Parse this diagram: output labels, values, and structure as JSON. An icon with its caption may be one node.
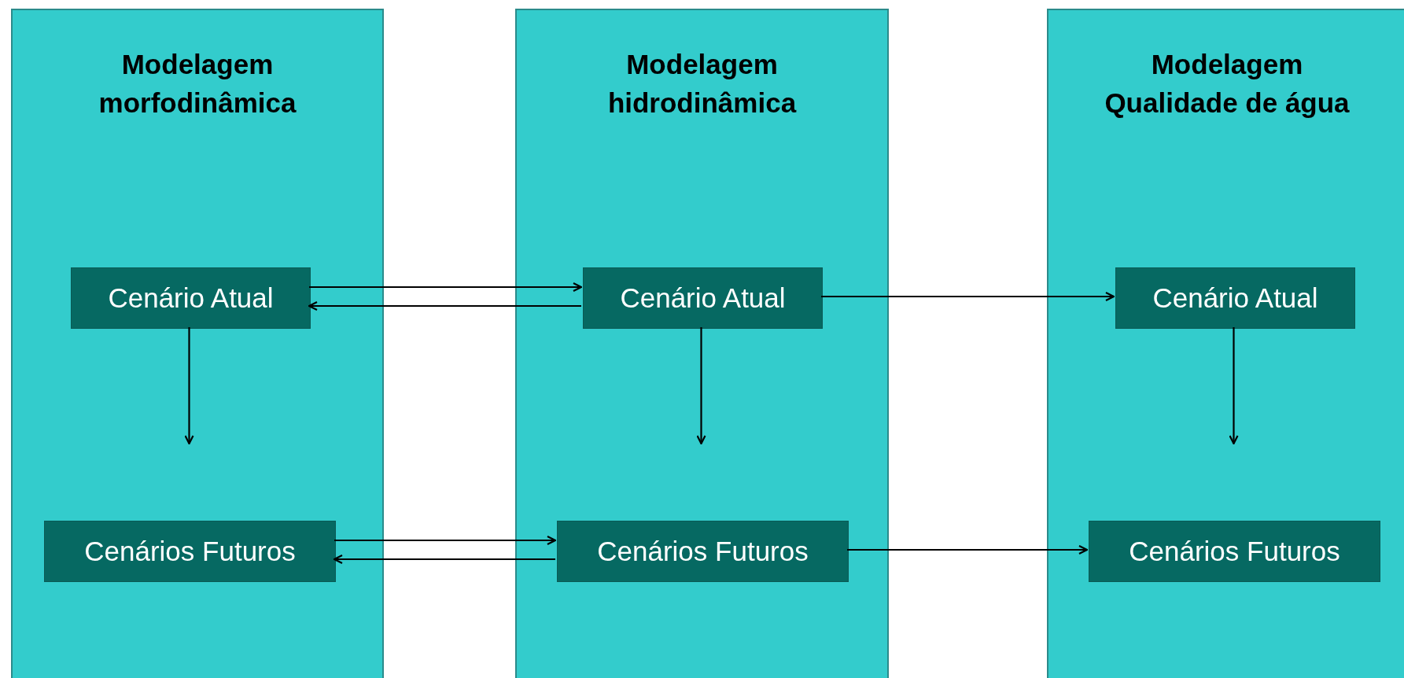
{
  "diagram": {
    "nodes": [
      {
        "text": [
          "Modelagem morfodinâmica"
        ]
      },
      {
        "text": [
          "Cenário Atual"
        ],
        "in": 0
      },
      {
        "text": [
          "Cenários Futuros"
        ],
        "in": 0
      },
      {
        "text": [
          "Modelagem hidrodinâmica"
        ]
      },
      {
        "text": [
          "Cenário Atual"
        ],
        "in": 3
      },
      {
        "text": [
          "Cenários Futuros"
        ],
        "in": 3
      },
      {
        "text": [
          "Modelagem Qualidade de água"
        ]
      },
      {
        "text": [
          "Cenário Atual"
        ],
        "in": 6
      },
      {
        "text": [
          "Cenários Futuros"
        ],
        "in": 6
      }
    ],
    "edges": [
      {
        "from": 1,
        "to": 4,
        "arrow": "to"
      },
      {
        "from": 4,
        "to": 1,
        "arrow": "to"
      },
      {
        "from": 4,
        "to": 7,
        "arrow": "to"
      },
      {
        "from": 1,
        "to": null,
        "arrow": "to"
      },
      {
        "from": 4,
        "to": null,
        "arrow": "to"
      },
      {
        "from": 7,
        "to": null,
        "arrow": "to"
      },
      {
        "from": 2,
        "to": 5,
        "arrow": "to"
      },
      {
        "from": 5,
        "to": 2,
        "arrow": "to"
      },
      {
        "from": 5,
        "to": 8,
        "arrow": "to"
      }
    ]
  }
}
